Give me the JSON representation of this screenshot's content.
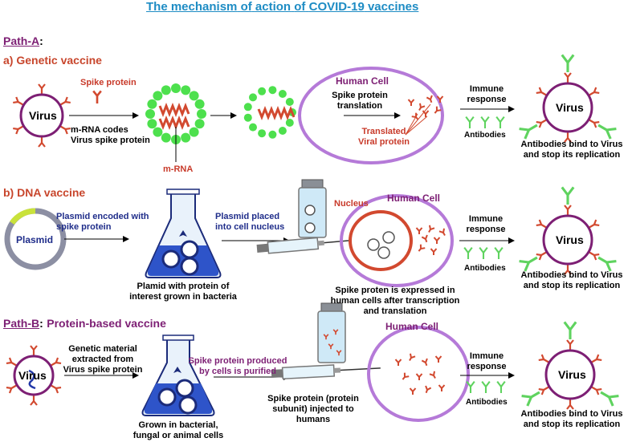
{
  "title_words": [
    "The",
    "mechanism",
    "of",
    "action",
    "of",
    "COVID-19",
    "vaccines"
  ],
  "path_a": {
    "label": "Path-A",
    "colon": ":"
  },
  "path_b": {
    "label": "Path-B",
    "colon": ":",
    "title": "Protein-based vaccine"
  },
  "genetic": {
    "heading": "a) Genetic vaccine",
    "virus": "Virus",
    "spike_protein": "Spike protein",
    "mrna_codes_1": "m-RNA codes",
    "mrna_codes_2": "Virus spike protein",
    "mrna": "m-RNA",
    "human_cell": "Human Cell",
    "translation_1": "Spike protein",
    "translation_2": "translation",
    "translated_1": "Translated",
    "translated_2": "Viral protein",
    "immune_1": "Immune",
    "immune_2": "response",
    "antibodies": "Antibodies",
    "result_virus": "Virus",
    "result_1": "Antibodies bind to Virus",
    "result_2": "and stop its replication"
  },
  "dna": {
    "heading": "b) DNA vaccine",
    "plasmid": "Plasmid",
    "plasmid_enc_1": "Plasmid encoded with",
    "plasmid_enc_2": "spike protein",
    "flask_1": "Plamid with protein of",
    "flask_2": "interest grown in bacteria",
    "placed_1": "Plasmid placed",
    "placed_2": "into cell nucleus",
    "nucleus": "Nucleus",
    "human_cell": "Human Cell",
    "expressed_1": "Spike proten is expressed in",
    "expressed_2": "human cells after transcription",
    "expressed_3": "and translation",
    "immune_1": "Immune",
    "immune_2": "response",
    "antibodies": "Antibodies",
    "result_virus": "Virus",
    "result_1": "Antibodies bind to Virus",
    "result_2": "and stop its replication"
  },
  "protein": {
    "virus": "Virus",
    "genetic_1": "Genetic material",
    "genetic_2": "extracted from",
    "genetic_3": "Virus spike protein",
    "grown_1": "Grown in bacterial,",
    "grown_2": "fungal or animal cells",
    "purified_1": "Spike protein produced",
    "purified_2": "by cells is purified",
    "subunit_1": "Spike protein (protein",
    "subunit_2": "subunit) injected to",
    "subunit_3": "humans",
    "human_cell": "Human Cell",
    "immune_1": "Immune",
    "immune_2": "response",
    "antibodies": "Antibodies",
    "result_virus": "Virus",
    "result_1": "Antibodies bind to Virus",
    "result_2": "and stop its replication"
  },
  "colors": {
    "spike": "#d2492f",
    "virus_fill": "#7d1f74",
    "cell_border": "#b57ad8",
    "antibody": "#5fd35f",
    "bead": "#4de04d",
    "title": "#1e8cc4",
    "flask_blue": "#2238a8"
  }
}
